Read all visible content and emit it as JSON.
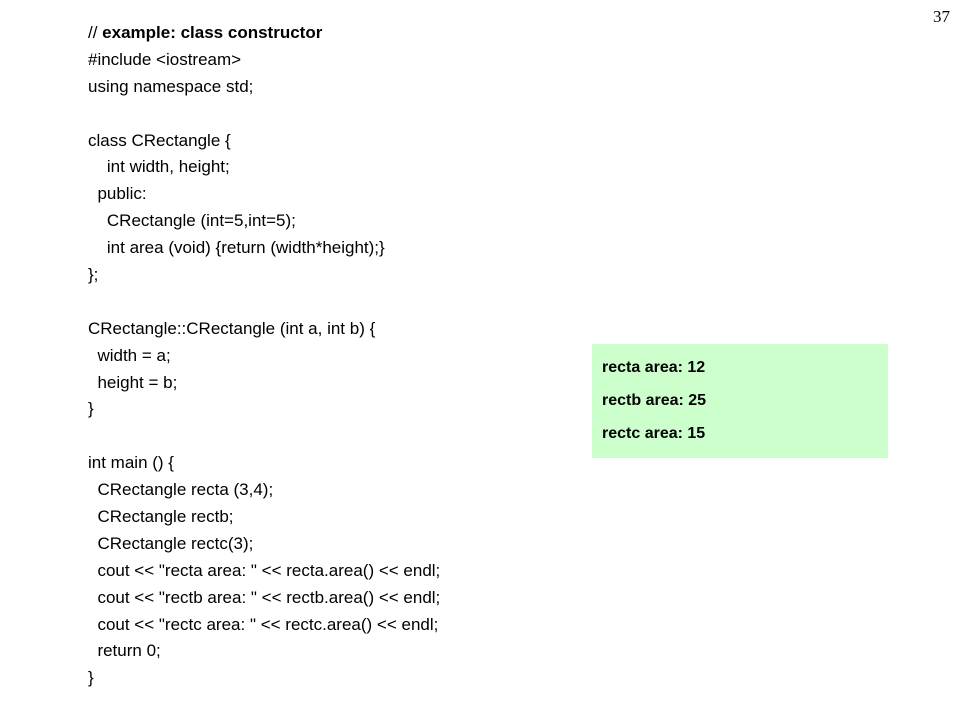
{
  "page_number": "37",
  "code": {
    "comment_prefix": "// ",
    "comment_title": "example: class constructor",
    "lines": [
      "#include <iostream>",
      "using namespace std;",
      "",
      "class CRectangle {",
      "    int width, height;",
      "  public:",
      "    CRectangle (int=5,int=5);",
      "    int area (void) {return (width*height);}",
      "};",
      "",
      "CRectangle::CRectangle (int a, int b) {",
      "  width = a;",
      "  height = b;",
      "}",
      "",
      "int main () {",
      "  CRectangle recta (3,4);",
      "  CRectangle rectb;",
      "  CRectangle rectc(3);",
      "  cout << \"recta area: \" << recta.area() << endl;",
      "  cout << \"rectb area: \" << rectb.area() << endl;",
      "  cout << \"rectc area: \" << rectc.area() << endl;",
      "  return 0;",
      "}"
    ]
  },
  "output": {
    "background_color": "#ccffcc",
    "lines": [
      "recta area: 12",
      "rectb area: 25",
      "rectc area: 15"
    ]
  }
}
